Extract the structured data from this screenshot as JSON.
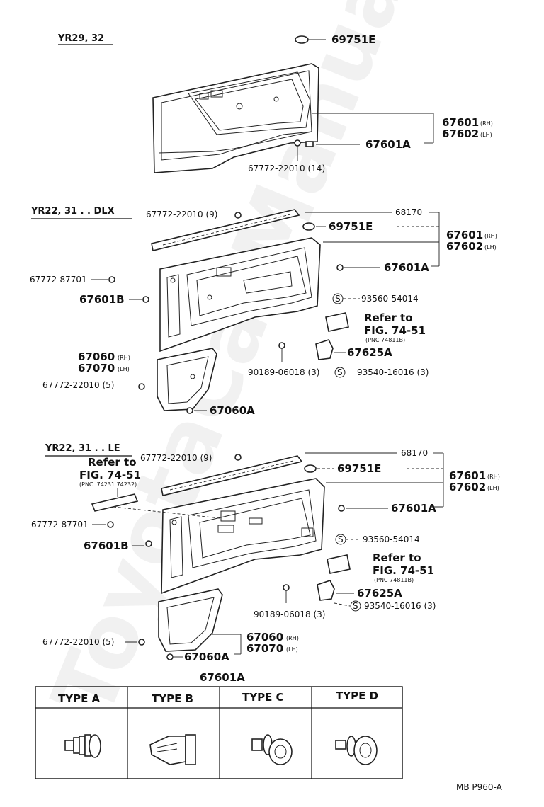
{
  "watermark": "ToyotaCarManual.ru",
  "section1": {
    "title": "YR29, 32",
    "labels": {
      "clip_top": "69751E",
      "board_rh": "67601",
      "rh": "(RH)",
      "board_lh": "67602",
      "lh": "(LH)",
      "clip_a": "67601A",
      "screw": "67772-22010 (14)"
    }
  },
  "section2": {
    "title": "YR22, 31 . . DLX",
    "labels": {
      "screw9": "67772-22010 (9)",
      "weatherstrip": "68170",
      "clip_top": "69751E",
      "board_rh": "67601",
      "rh": "(RH)",
      "board_lh": "67602",
      "lh": "(LH)",
      "clip_a": "67601A",
      "screw87701": "67772-87701",
      "clip_b": "67601B",
      "s93560": "93560-54014",
      "refer_to": "Refer to",
      "fig": "FIG. 74-51",
      "pnc": "(PNC 74811B)",
      "pocket_rh": "67060",
      "pocket_lh": "67070",
      "bracket": "67625A",
      "s90189": "90189-06018 (3)",
      "s93540": "93540-16016 (3)",
      "screw5": "67772-22010 (5)",
      "clip_60a": "67060A",
      "circle_s": "S"
    }
  },
  "section3": {
    "title": "YR22, 31 . . LE",
    "labels": {
      "screw9": "67772-22010 (9)",
      "weatherstrip": "68170",
      "refer_to_left": "Refer to",
      "fig_left": "FIG. 74-51",
      "pnc_left": "(PNC. 74231 74232)",
      "clip_top": "69751E",
      "board_rh": "67601",
      "rh": "(RH)",
      "board_lh": "67602",
      "lh": "(LH)",
      "clip_a": "67601A",
      "screw87701": "67772-87701",
      "clip_b": "67601B",
      "s93560": "93560-54014",
      "refer_to": "Refer to",
      "fig": "FIG. 74-51",
      "pnc": "(PNC 74811B)",
      "bracket": "67625A",
      "s90189": "90189-06018 (3)",
      "s93540": "93540-16016 (3)",
      "screw5": "67772-22010 (5)",
      "clip_60a": "67060A",
      "pocket_rh": "67060",
      "pocket_lh": "67070",
      "circle_s": "S"
    }
  },
  "types": {
    "title": "67601A",
    "headers": [
      "TYPE A",
      "TYPE B",
      "TYPE C",
      "TYPE D"
    ]
  },
  "footer": {
    "code": "MB  P960-A"
  }
}
